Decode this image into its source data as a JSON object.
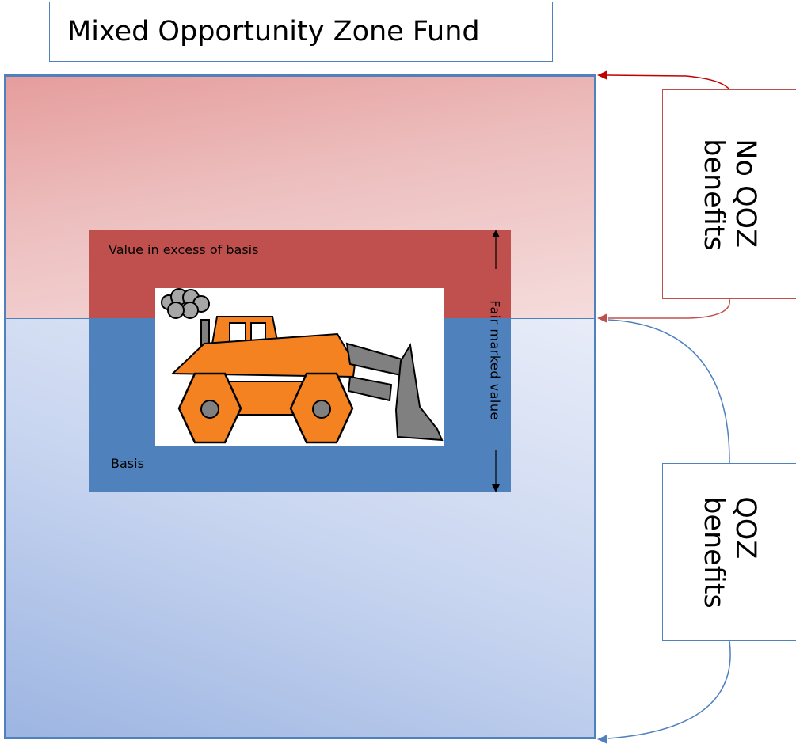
{
  "title": "Mixed Opportunity Zone Fund",
  "asset": {
    "excess_label": "Value in excess of basis",
    "basis_label": "Basis",
    "fmv_label": "Fair marked value",
    "icon": "bulldozer-icon"
  },
  "callouts": {
    "no_qoz": "No QOZ\nbenefits",
    "qoz": "QOZ\nbenefits"
  },
  "colors": {
    "red": "#c0504d",
    "blue": "#4f81bd",
    "dark_red_arrow": "#c00000",
    "bulldozer_body": "#f58220"
  }
}
